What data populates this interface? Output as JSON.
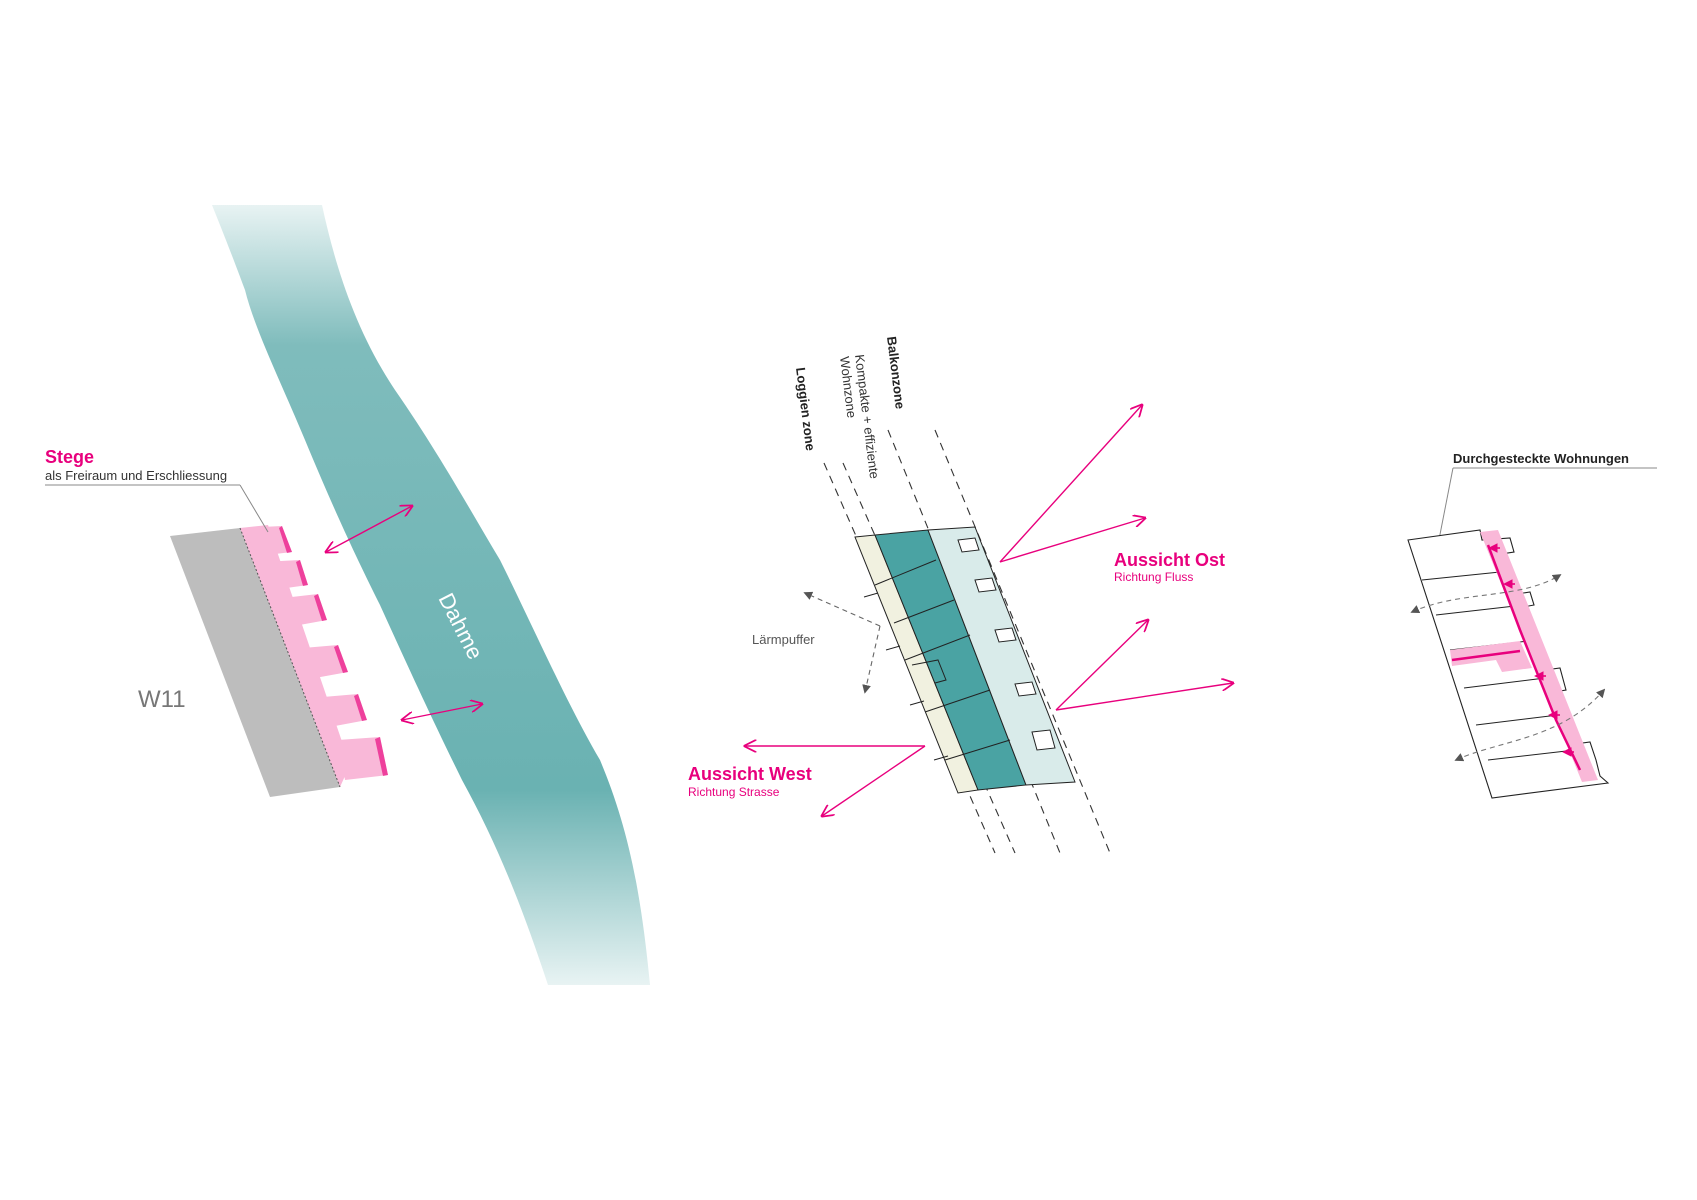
{
  "diagram1": {
    "river_label": "Dahme",
    "building_label": "W11",
    "stege_title": "Stege",
    "stege_subtitle": "als Freiraum und Erschliessung"
  },
  "diagram2": {
    "zone_labels": {
      "loggien": "Loggien zone",
      "wohn_line1": "Kompakte + effiziente",
      "wohn_line2": "Wohnzone",
      "balkon": "Balkonzone"
    },
    "laermpuffer_label": "Lärmpuffer",
    "view_east_title": "Aussicht Ost",
    "view_east_subtitle": "Richtung Fluss",
    "view_west_title": "Aussicht West",
    "view_west_subtitle": "Richtung Strasse"
  },
  "diagram3": {
    "title": "Durchgesteckte Wohnungen"
  },
  "colors": {
    "accent_pink": "#e8007d",
    "light_pink": "#f9b8d8",
    "river_teal": "#6ab2b2",
    "teal_dark": "#4aa3a3",
    "teal_light": "#d9ebea",
    "cream": "#f1f1e0",
    "building_grey": "#bdbdbd"
  }
}
